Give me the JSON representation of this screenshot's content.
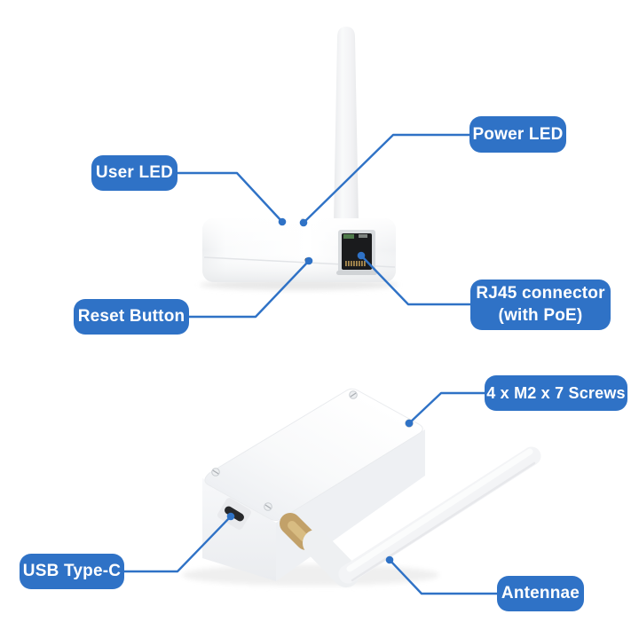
{
  "colors": {
    "accent_blue": "#2f72c6",
    "label_text": "#ffffff",
    "leader_line": "#2f72c6",
    "device_body": "#f6f7f9"
  },
  "callouts": {
    "user_led": "User LED",
    "power_led": "Power LED",
    "reset_button": "Reset Button",
    "rj45_line1": "RJ45 connector",
    "rj45_line2": "(with PoE)",
    "screws": "4 x M2 x 7 Screws",
    "usb_type_c": "USB Type-C",
    "antennae": "Antennae"
  }
}
